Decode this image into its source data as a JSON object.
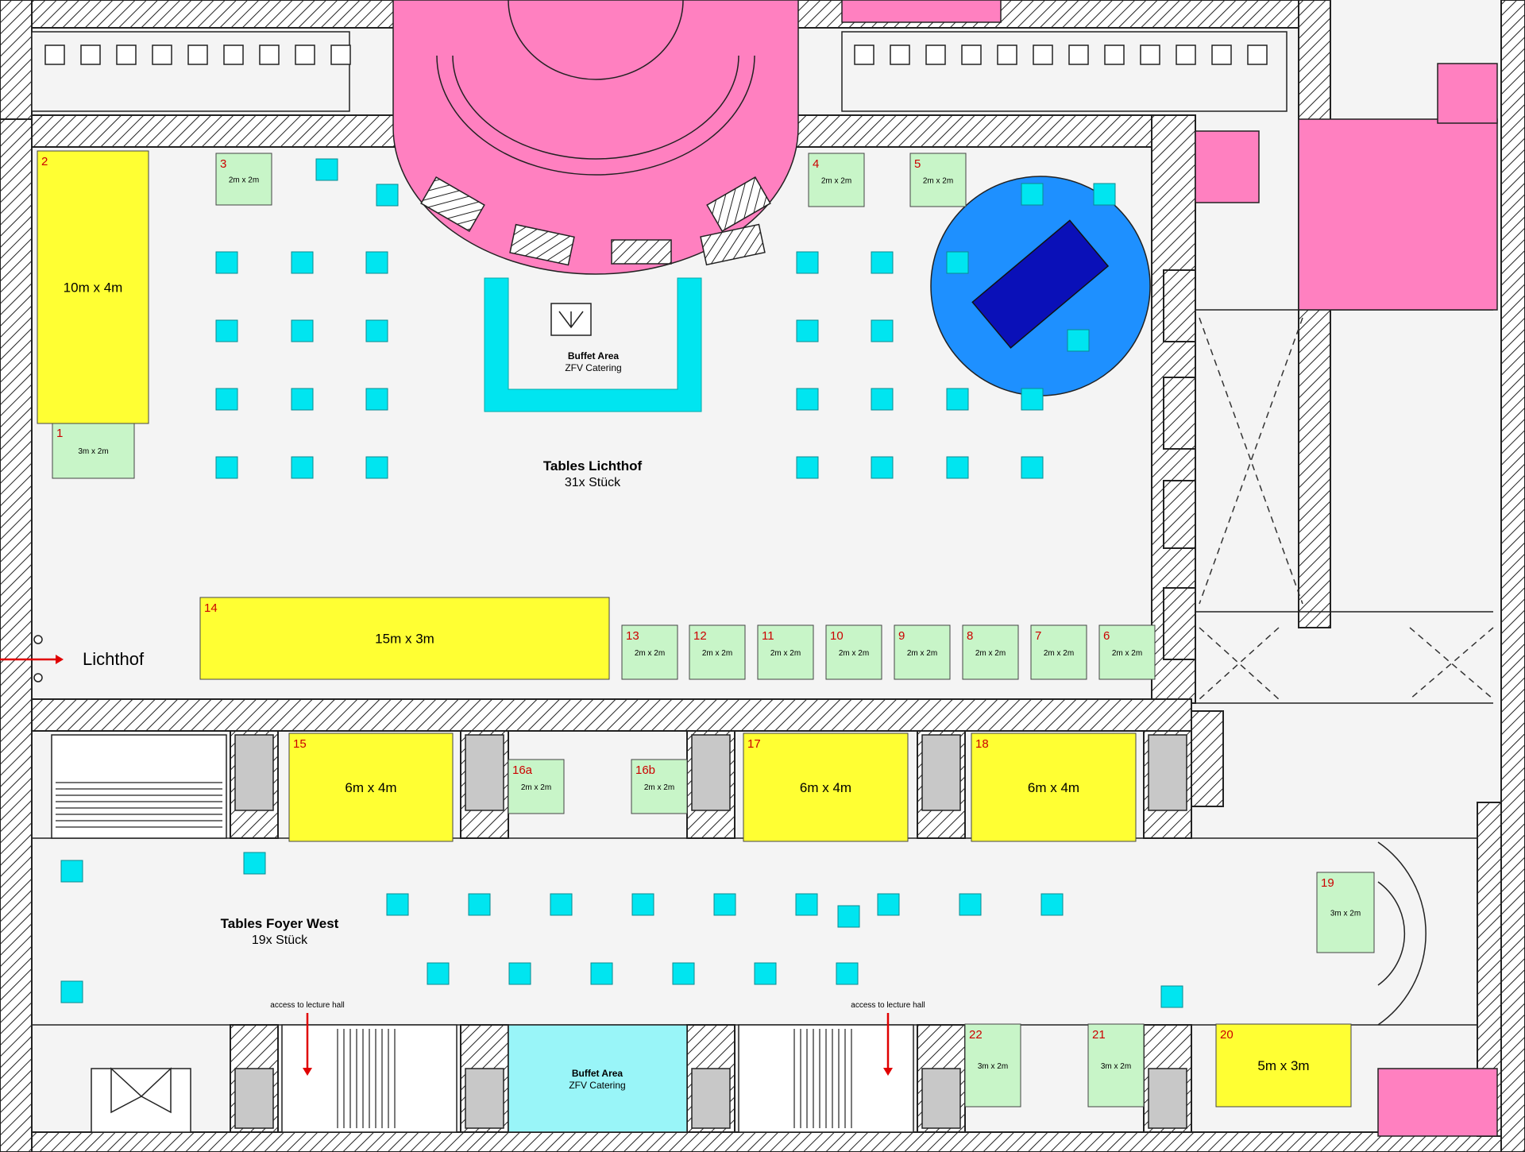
{
  "colors": {
    "yellow_booth": "#ffff33",
    "green_booth": "#c8f5c8",
    "table": "#00e5f0",
    "pink_area": "#ff80c0",
    "round_area": "#1e90ff",
    "round_center": "#0a10b8",
    "buffet_foyer": "#99f5f8",
    "wall_hatch": "#222222",
    "floor": "#f7f7f7",
    "number_label": "#cc0000",
    "arrow": "#e00000"
  },
  "booths": [
    {
      "id": "1",
      "size": "3m x 2m",
      "kind": "green"
    },
    {
      "id": "2",
      "size": "10m x 4m",
      "kind": "yellow"
    },
    {
      "id": "3",
      "size": "2m x 2m",
      "kind": "green"
    },
    {
      "id": "4",
      "size": "2m x 2m",
      "kind": "green"
    },
    {
      "id": "5",
      "size": "2m x 2m",
      "kind": "green"
    },
    {
      "id": "6",
      "size": "2m x 2m",
      "kind": "green"
    },
    {
      "id": "7",
      "size": "2m x 2m",
      "kind": "green"
    },
    {
      "id": "8",
      "size": "2m x 2m",
      "kind": "green"
    },
    {
      "id": "9",
      "size": "2m x 2m",
      "kind": "green"
    },
    {
      "id": "10",
      "size": "2m x 2m",
      "kind": "green"
    },
    {
      "id": "11",
      "size": "2m x 2m",
      "kind": "green"
    },
    {
      "id": "12",
      "size": "2m x 2m",
      "kind": "green"
    },
    {
      "id": "13",
      "size": "2m x 2m",
      "kind": "green"
    },
    {
      "id": "14",
      "size": "15m x 3m",
      "kind": "yellow"
    },
    {
      "id": "15",
      "size": "6m x 4m",
      "kind": "yellow"
    },
    {
      "id": "16a",
      "size": "2m x 2m",
      "kind": "green"
    },
    {
      "id": "16b",
      "size": "2m x 2m",
      "kind": "green"
    },
    {
      "id": "17",
      "size": "6m x 4m",
      "kind": "yellow"
    },
    {
      "id": "18",
      "size": "6m x 4m",
      "kind": "yellow"
    },
    {
      "id": "19",
      "size": "3m x 2m",
      "kind": "green"
    },
    {
      "id": "20",
      "size": "5m x 3m",
      "kind": "yellow"
    },
    {
      "id": "21",
      "size": "3m x 2m",
      "kind": "green"
    },
    {
      "id": "22",
      "size": "3m x 2m",
      "kind": "green"
    }
  ],
  "areas": {
    "lichthof_tables": {
      "title": "Tables Lichthof",
      "count": "31x Stück"
    },
    "foyer_tables": {
      "title": "Tables Foyer West",
      "count": "19x Stück"
    },
    "buffet_lichthof": {
      "title": "Buffet Area",
      "subtitle": "ZFV Catering"
    },
    "buffet_foyer": {
      "title": "Buffet Area",
      "subtitle": "ZFV Catering"
    },
    "lichthof_label": "Lichthof",
    "access_left": "access to lecture hall",
    "access_right": "access to lecture hall"
  }
}
